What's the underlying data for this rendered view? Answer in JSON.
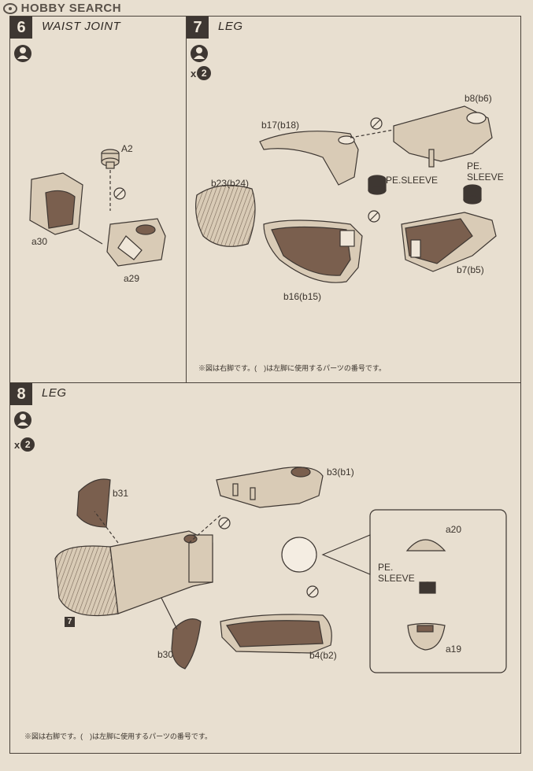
{
  "watermark": "HOBBY SEARCH",
  "steps": [
    {
      "num": "6",
      "title": "WAIST JOINT",
      "parts": {
        "a2": "A2",
        "a30": "a30",
        "a29": "a29"
      }
    },
    {
      "num": "7",
      "title": "LEG",
      "multiplier": "x",
      "multiplier_count": "2",
      "parts": {
        "b8": "b8(b6)",
        "b17": "b17(b18)",
        "b23": "b23(b24)",
        "pe1": "PE.SLEEVE",
        "pe2a": "PE.",
        "pe2b": "SLEEVE",
        "b16": "b16(b15)",
        "b7": "b7(b5)"
      },
      "note": "※図は右脚です。(　)は左脚に使用するパーツの番号です。"
    },
    {
      "num": "8",
      "title": "LEG",
      "multiplier": "x",
      "multiplier_count": "2",
      "parts": {
        "b3": "b3(b1)",
        "b31": "b31",
        "a20": "a20",
        "pe1": "PE.",
        "pe2": "SLEEVE",
        "a19": "a19",
        "b30": "b30",
        "b4": "b4(b2)",
        "ref7": "7"
      },
      "note": "※図は右脚です。(　)は左脚に使用するパーツの番号です。"
    }
  ],
  "colors": {
    "background": "#e8dfd0",
    "ink": "#3e3732",
    "part_light": "#d9cbb6",
    "part_dark": "#7a5f4e"
  },
  "icons": {
    "person": "person-icon",
    "no_glue": "no-glue-icon"
  }
}
